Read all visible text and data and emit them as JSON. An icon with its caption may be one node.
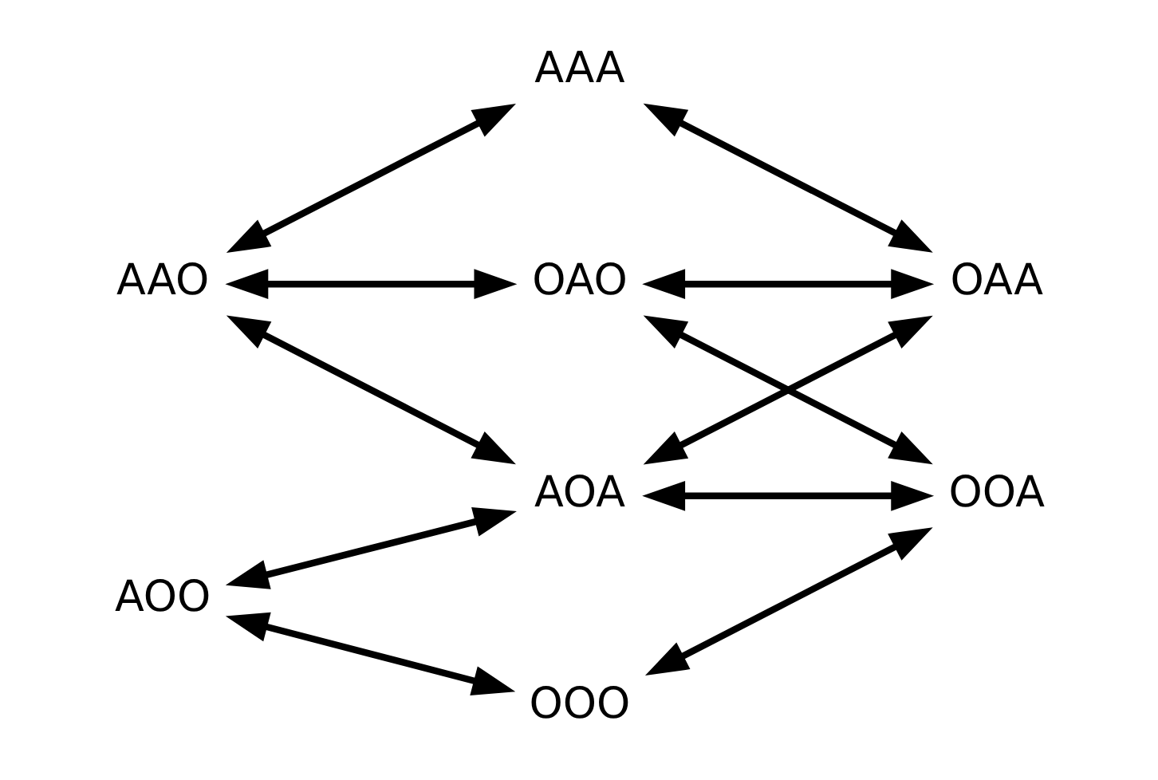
{
  "diagram": {
    "nodes": [
      {
        "text": [
          "AAA"
        ]
      },
      {
        "text": [
          "AOA"
        ]
      },
      {
        "text": [
          "OAA"
        ]
      },
      {
        "text": [
          "AAO"
        ]
      },
      {
        "text": [
          "OAO"
        ]
      },
      {
        "text": [
          "OOA"
        ]
      },
      {
        "text": [
          "AOO"
        ]
      },
      {
        "text": [
          "OOO"
        ]
      }
    ],
    "edges": [
      {
        "from": 3,
        "to": 0,
        "arrow": "both"
      },
      {
        "from": 0,
        "to": 2,
        "arrow": "both"
      },
      {
        "from": 3,
        "to": 1,
        "arrow": "both"
      },
      {
        "from": 1,
        "to": 2,
        "arrow": "both"
      },
      {
        "from": 3,
        "to": 4,
        "arrow": "both"
      },
      {
        "from": 6,
        "to": 1,
        "arrow": "both"
      },
      {
        "from": 1,
        "to": 5,
        "arrow": "both"
      },
      {
        "from": 4,
        "to": 2,
        "arrow": "both"
      },
      {
        "from": 4,
        "to": 5,
        "arrow": "both"
      },
      {
        "from": 5,
        "to": 7,
        "arrow": "both"
      },
      {
        "from": 6,
        "to": 7,
        "arrow": "both"
      }
    ]
  }
}
